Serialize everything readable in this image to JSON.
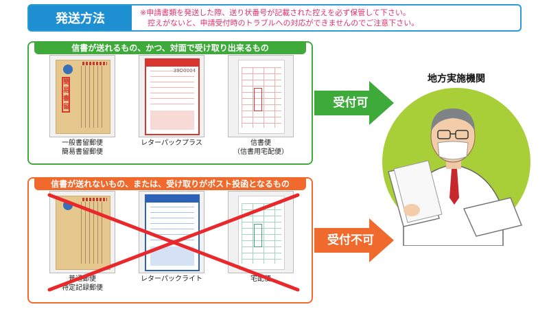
{
  "header": {
    "label": "発送方法",
    "note_line1": "※申請書類を発送した際、送り状番号が記載された控えを必ず保管して下さい。",
    "note_line2": "控えがないと、申請受付時のトラブルへの対応ができませんのでご注意下さい。"
  },
  "ok_panel": {
    "title": "信書が送れるもの、かつ、対面で受け取り出来るもの",
    "items": [
      {
        "line1": "一般書留郵便",
        "line2": "簡易書留郵便",
        "icon": "registered-mail-envelope"
      },
      {
        "line1": "レターパックプラス",
        "line2": "",
        "icon": "letter-pack-plus"
      },
      {
        "line1": "信書便",
        "line2": "（信書用宅配便）",
        "icon": "correspondence-delivery-form"
      }
    ],
    "arrow_label": "受付可",
    "color": "#3daa3a"
  },
  "ng_panel": {
    "title": "信書が送れないもの、または、受け取りがポスト投函となるもの",
    "items": [
      {
        "line1": "普通郵便",
        "line2": "特定記録郵便",
        "icon": "ordinary-mail-envelope"
      },
      {
        "line1": "レターパックライト",
        "line2": "",
        "icon": "letter-pack-light"
      },
      {
        "line1": "宅配便",
        "line2": "",
        "icon": "parcel-delivery-form"
      }
    ],
    "arrow_label": "受付不可",
    "color": "#ef6a2c"
  },
  "recipient": {
    "title": "地方実施機関",
    "icon": "official-reading-documents-illustration"
  },
  "thumb_text": {
    "registered_stamp": "簡易書留",
    "lp_plus_number": "39D0004"
  }
}
